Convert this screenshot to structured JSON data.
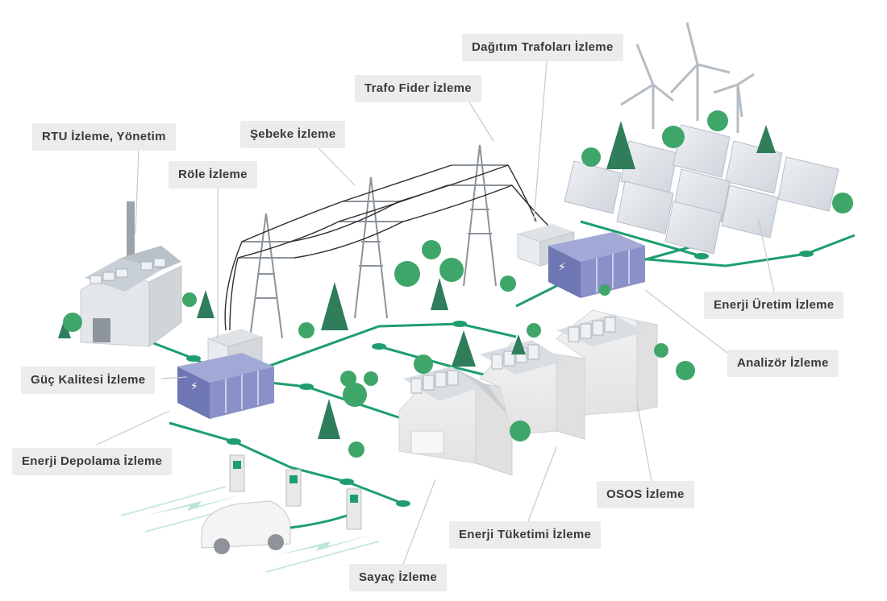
{
  "labels": {
    "dagitim_trafolari": "Dağıtım Trafoları İzleme",
    "trafo_fider": "Trafo Fider İzleme",
    "sebeke": "Şebeke İzleme",
    "rtu": "RTU İzleme, Yönetim",
    "role": "Röle İzleme",
    "enerji_uretim": "Enerji Üretim İzleme",
    "analizor": "Analizör İzleme",
    "guc_kalitesi": "Güç Kalitesi İzleme",
    "enerji_depolama": "Enerji Depolama İzleme",
    "osos": "OSOS İzleme",
    "enerji_tuketimi": "Enerji Tüketimi İzleme",
    "sayac": "Sayaç İzleme"
  },
  "colors": {
    "network_line": "#1e9e6e",
    "tree_dark": "#2f7d5a",
    "tree_light": "#3fa66a",
    "battery": "#7f86c0",
    "panel": "#dfe3e8",
    "label_bg": "#ececec"
  }
}
